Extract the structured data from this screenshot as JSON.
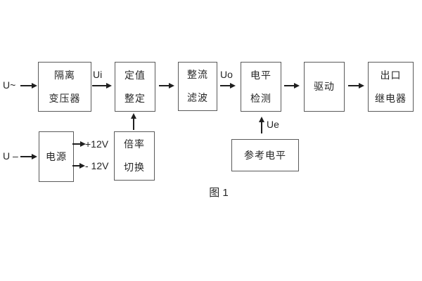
{
  "diagram": {
    "caption": "图 1",
    "blocks": {
      "isolation_transformer": [
        "隔离",
        "变压器"
      ],
      "setting_adjust": [
        "定值",
        "整定"
      ],
      "rectifier_filter": [
        "整流",
        "滤波"
      ],
      "level_detect": [
        "电平",
        "检测"
      ],
      "driver": [
        "驱动"
      ],
      "output_relay": [
        "出口",
        "继电器"
      ],
      "power_supply": [
        "电源"
      ],
      "ratio_switch": [
        "倍率",
        "切换"
      ],
      "reference_level": [
        "参考电平"
      ]
    },
    "signals": {
      "input_ac": "U~",
      "input_dc": "U –",
      "ui": "Ui",
      "uo": "Uo",
      "ue": "Ue",
      "rail_pos": "+12V",
      "rail_neg": "- 12V"
    },
    "colors": {
      "background": "#ffffff",
      "box_border": "#5a5a5a",
      "text": "#262626",
      "arrow": "#1f1f1f"
    }
  }
}
